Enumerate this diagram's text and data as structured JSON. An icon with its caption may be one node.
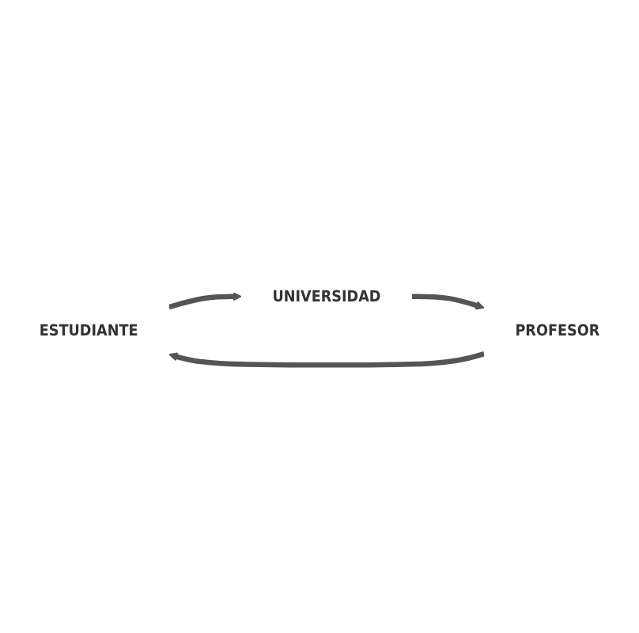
{
  "diagram": {
    "nodes": [
      {
        "text": [
          "ESTUDIANTE"
        ]
      },
      {
        "text": [
          "UNIVERSIDAD"
        ]
      },
      {
        "text": [
          "PROFESOR"
        ]
      }
    ],
    "edges": [
      {
        "from": 0,
        "to": 1,
        "arrow": "to"
      },
      {
        "from": 1,
        "to": 2,
        "arrow": "to"
      },
      {
        "from": 2,
        "to": 0,
        "arrow": "to"
      }
    ]
  }
}
